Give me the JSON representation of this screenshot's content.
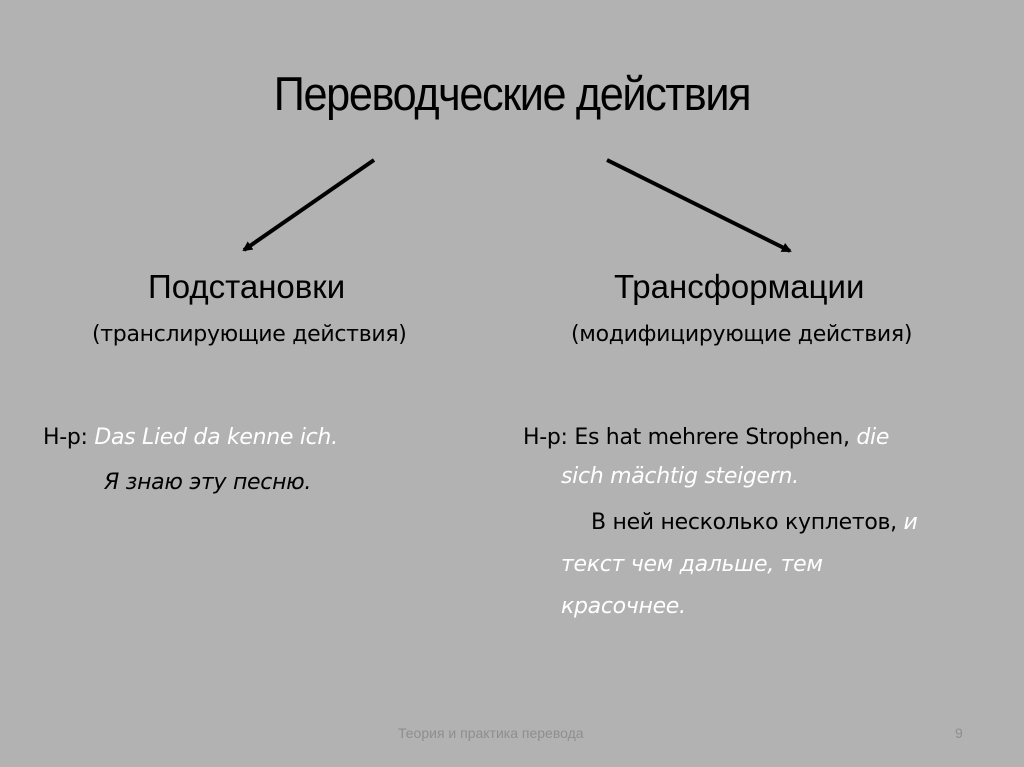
{
  "slide": {
    "title": "Переводческие действия",
    "background": "#b2b2b2",
    "left": {
      "heading": "Подстановки",
      "subheading": "(транслирующие действия)",
      "example_prefix": "Н-р: ",
      "example_source": "Das Lied da kenne ich.",
      "example_translation": "Я знаю эту песню."
    },
    "right": {
      "heading": "Трансформации",
      "subheading": "(модифицирующие действия)",
      "example_prefix": "Н-р: Es hat mehrere Strophen, ",
      "example_source_italic_1": "die",
      "example_source_italic_2": "sich  mächtig steigern.",
      "example_translation_plain": "В ней несколько куплетов, ",
      "example_translation_italic_1": "и",
      "example_translation_italic_2": "текст чем дальше, тем",
      "example_translation_italic_3": "красочнее."
    },
    "footer": {
      "text": "Теория и практика перевода",
      "page_number": "9"
    },
    "colors": {
      "text": "#000000",
      "highlight": "#ffffff",
      "footer": "#8e8e8e"
    }
  }
}
